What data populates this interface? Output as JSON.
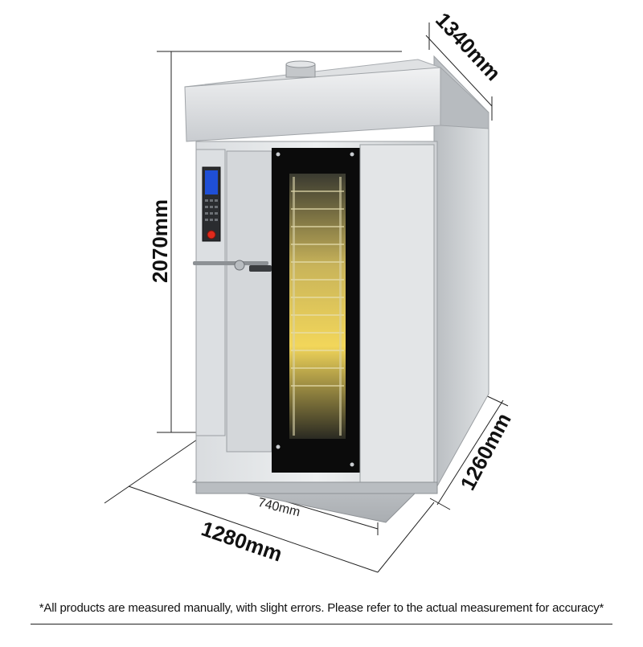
{
  "dimensions": {
    "height": "2070mm",
    "depth_top": "1340mm",
    "depth_side": "1260mm",
    "width_front": "1280mm",
    "door_width": "740mm"
  },
  "footnote": "*All products are measured manually, with slight errors. Please refer to the actual measurement for accuracy*",
  "control_panel": {
    "screen_color": "#1f4fd6",
    "button_color": "#e02a1c"
  },
  "colors": {
    "steel_light": "#e4e6e8",
    "steel_mid": "#c8cbce",
    "steel_dark": "#9a9ea2",
    "glass": "#0b0b0b",
    "glow": "#f2c94c"
  }
}
